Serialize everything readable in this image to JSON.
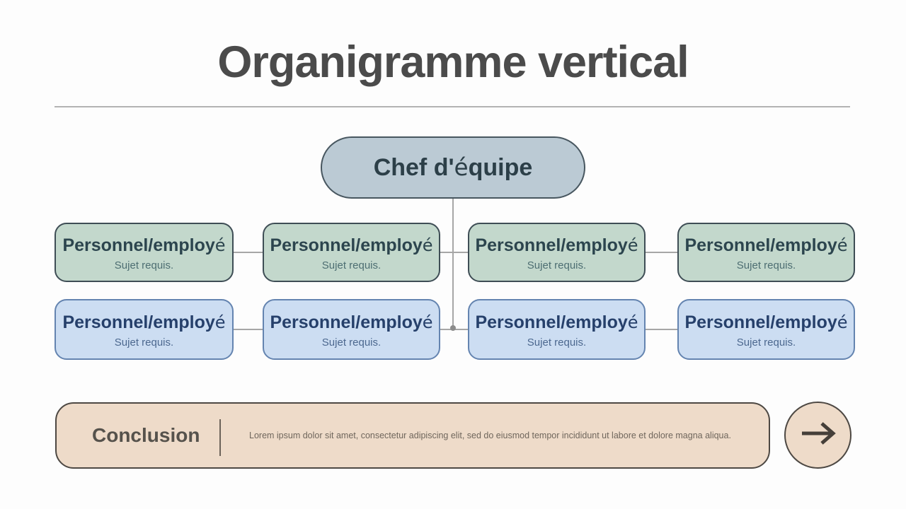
{
  "title": "Organigramme vertical",
  "colors": {
    "background": "#fdfdfd",
    "title_text": "#4b4b4b",
    "divider": "#b3b3b3",
    "root_fill": "#bbcad4",
    "root_border": "#47565f",
    "root_text": "#2c3f48",
    "green_fill": "#c3d8cc",
    "green_border": "#3e4d55",
    "green_text": "#2c454e",
    "green_subtext": "#4d6e72",
    "blue_fill": "#ccddf2",
    "blue_border": "#6484b0",
    "blue_text": "#26406b",
    "blue_subtext": "#4c688f",
    "connector": "#a6a6a6",
    "conclusion_fill": "#eedbc9",
    "conclusion_border": "#4d4843",
    "conclusion_heading_text": "#56524c",
    "conclusion_body_text": "#6f665c",
    "arrow": "#453f39"
  },
  "org_chart": {
    "root": {
      "label_main": "Chef d'",
      "label_accent": "é",
      "label_end": "quipe"
    },
    "rows": [
      {
        "style": "green",
        "nodes": [
          {
            "title_main": "Personnel/employ",
            "title_accent": "é",
            "subtitle": "Sujet requis."
          },
          {
            "title_main": "Personnel/employ",
            "title_accent": "é",
            "subtitle": "Sujet requis."
          },
          {
            "title_main": "Personnel/employ",
            "title_accent": "é",
            "subtitle": "Sujet requis."
          },
          {
            "title_main": "Personnel/employ",
            "title_accent": "é",
            "subtitle": "Sujet requis."
          }
        ]
      },
      {
        "style": "blue",
        "nodes": [
          {
            "title_main": "Personnel/employ",
            "title_accent": "é",
            "subtitle": "Sujet requis."
          },
          {
            "title_main": "Personnel/employ",
            "title_accent": "é",
            "subtitle": "Sujet requis."
          },
          {
            "title_main": "Personnel/employ",
            "title_accent": "é",
            "subtitle": "Sujet requis."
          },
          {
            "title_main": "Personnel/employ",
            "title_accent": "é",
            "subtitle": "Sujet requis."
          }
        ]
      }
    ]
  },
  "conclusion": {
    "heading": "Conclusion",
    "body": "Lorem ipsum dolor sit amet, consectetur adipiscing elit, sed do eiusmod tempor incididunt ut labore et dolore magna aliqua."
  },
  "next_button": {
    "icon": "arrow-right"
  }
}
